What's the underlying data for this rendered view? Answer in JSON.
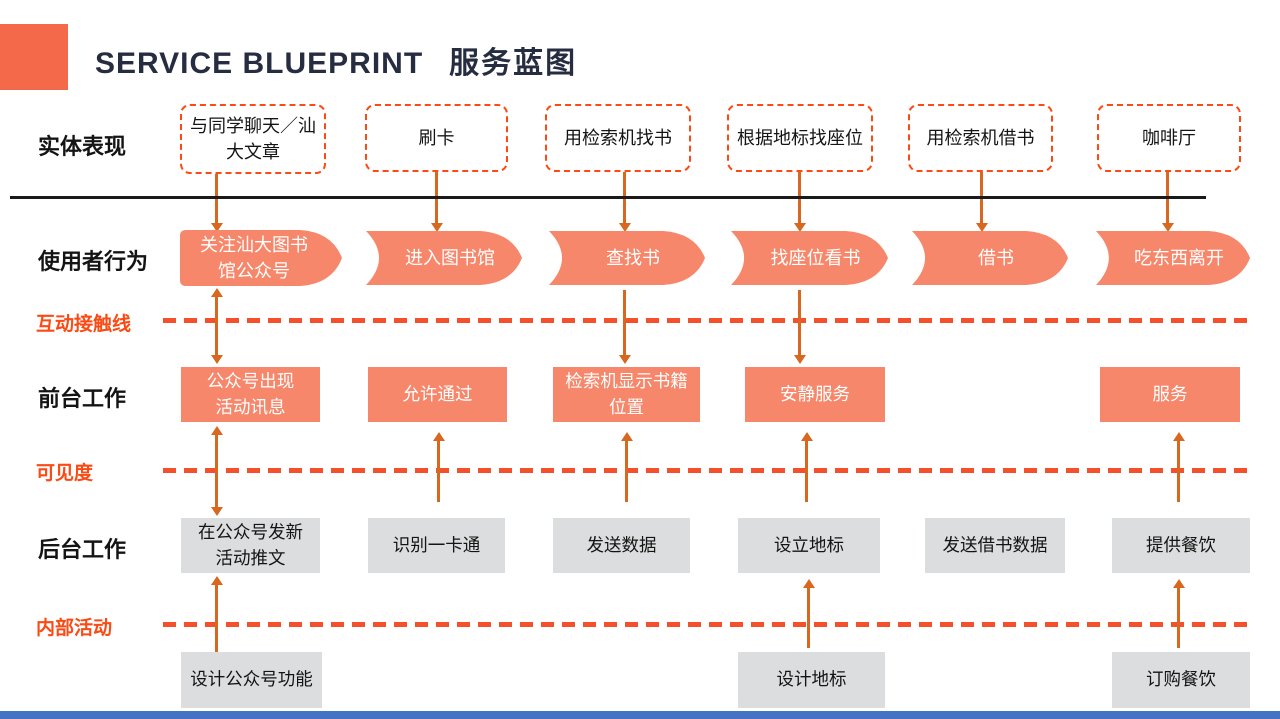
{
  "title": {
    "en": "SERVICE BLUEPRINT",
    "zh": "服务蓝图"
  },
  "colors": {
    "accent": "#F5694B",
    "salmon": "#F6876B",
    "arrow": "#D8671F",
    "dashed": "#FB4A14",
    "line_dash": "#F4502B",
    "label_orange": "#FB4A14",
    "title_navy": "#272D41",
    "gray_box": "#DCDDDE",
    "blue_bar": "#4472C4",
    "text_dark": "#141414"
  },
  "row_labels": {
    "physical": "实体表现",
    "user_actions": "使用者行为",
    "interaction_line": "互动接触线",
    "frontstage": "前台工作",
    "visibility_line": "可见度",
    "backstage": "后台工作",
    "internal_line": "内部活动"
  },
  "columns": [
    {
      "physical": "与同学聊天／汕\n大文章",
      "user_action": "关注汕大图书\n馆公众号",
      "frontstage": "公众号出现\n活动讯息",
      "backstage": "在公众号发新\n活动推文",
      "support": "设计公众号功能"
    },
    {
      "physical": "刷卡",
      "user_action": "进入图书馆",
      "frontstage": "允许通过",
      "backstage": "识别一卡通"
    },
    {
      "physical": "用检索机找书",
      "user_action": "查找书",
      "frontstage": "检索机显示书籍\n位置",
      "backstage": "发送数据"
    },
    {
      "physical": "根据地标找座位",
      "user_action": "找座位看书",
      "frontstage": "安静服务",
      "backstage": "设立地标",
      "support": "设计地标"
    },
    {
      "physical": "用检索机借书",
      "user_action": "借书",
      "backstage": "发送借书数据"
    },
    {
      "physical": "咖啡厅",
      "user_action": "吃东西离开",
      "frontstage": "服务",
      "backstage": "提供餐饮",
      "support": "订购餐饮"
    }
  ]
}
